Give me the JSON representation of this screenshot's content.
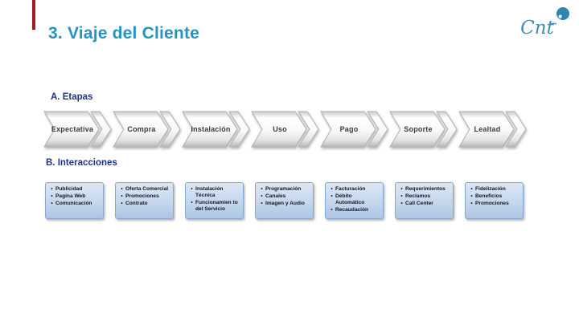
{
  "slide": {
    "title": "3. Viaje del Cliente",
    "logo_text": "Cnt"
  },
  "colors": {
    "accent_red": "#9e1e24",
    "title_teal": "#2196c4",
    "heading_navy": "#1f3387",
    "box_border": "#85a8d0",
    "box_fill_top": "#dce7f5",
    "box_fill_bottom": "#adc6e4",
    "logo_teal": "#418fb5",
    "logo_dot": "#2e86ad",
    "chevron_text": "#3b3b3b"
  },
  "etapas": {
    "heading": "A. Etapas",
    "stages": [
      "Expectativa",
      "Compra",
      "Instalación",
      "Uso",
      "Pago",
      "Soporte",
      "Lealtad"
    ]
  },
  "interacciones": {
    "heading": "B. Interacciones",
    "boxes": [
      {
        "items": [
          "Publicidad",
          "Pagina Web",
          "Comunicación"
        ]
      },
      {
        "items": [
          "Oferta Comercial",
          "Promociones",
          "Contrato"
        ]
      },
      {
        "items": [
          "Instalación Técnica",
          "Funcionamien to del Servicio"
        ]
      },
      {
        "items": [
          "Programación",
          "Canales",
          "Imagen y Audio"
        ]
      },
      {
        "items": [
          "Facturación",
          "Débito Automático",
          "Recaudación"
        ]
      },
      {
        "items": [
          "Requerimientos",
          "Reclamos",
          "Call Center"
        ]
      },
      {
        "items": [
          "Fidelización",
          "Beneficios",
          "Promociones"
        ]
      }
    ]
  }
}
